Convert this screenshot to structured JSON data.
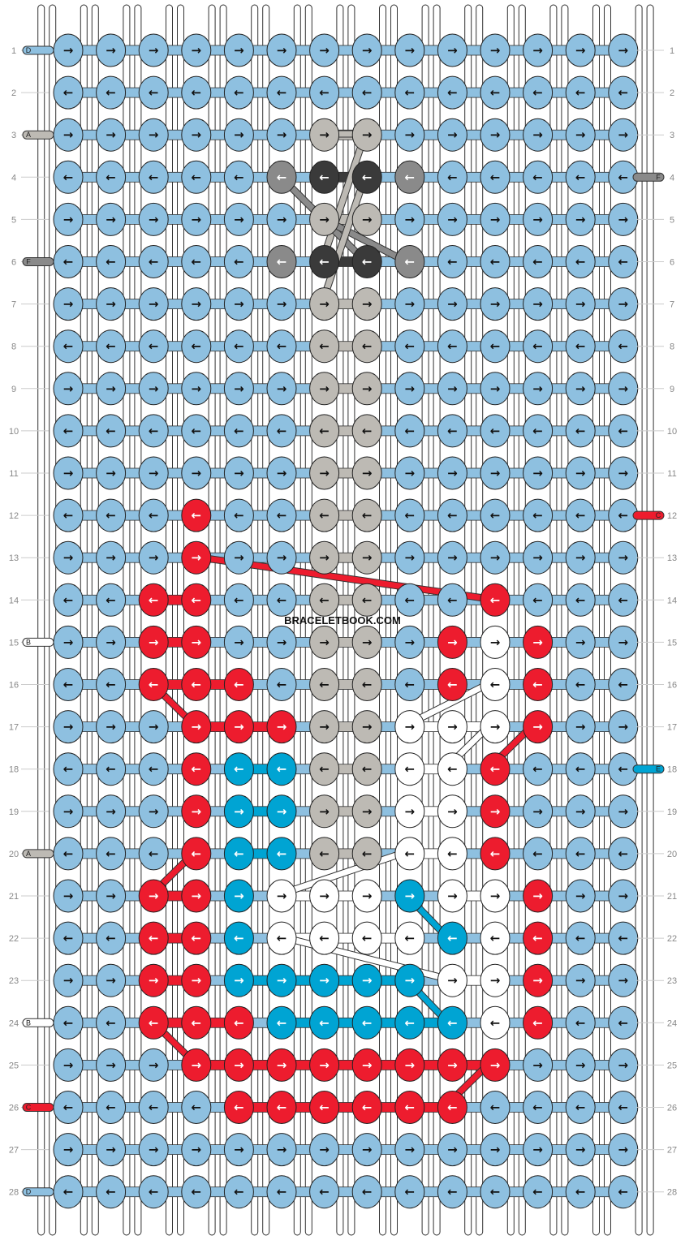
{
  "watermark": "BRACELETBOOK.COM",
  "colors": {
    "A": "#bdbab4",
    "B": "#ffffff",
    "C": "#ed1c2e",
    "D": "#8ec0e0",
    "E": "#00a4d3",
    "F": "#8a8a8a",
    "G": "#3a3a3a"
  },
  "row_labels": [
    "1",
    "2",
    "3",
    "4",
    "5",
    "6",
    "7",
    "8",
    "9",
    "10",
    "11",
    "12",
    "13",
    "14",
    "15",
    "16",
    "17",
    "18",
    "19",
    "20",
    "21",
    "22",
    "23",
    "24",
    "25",
    "26",
    "27",
    "28"
  ],
  "left_threads": [
    {
      "row": 1,
      "letter": "D"
    },
    {
      "row": 3,
      "letter": "A"
    },
    {
      "row": 6,
      "letter": "F"
    },
    {
      "row": 15,
      "letter": "B"
    },
    {
      "row": 20,
      "letter": "A"
    },
    {
      "row": 24,
      "letter": "B"
    },
    {
      "row": 26,
      "letter": "C"
    },
    {
      "row": 28,
      "letter": "D"
    }
  ],
  "right_threads": [
    {
      "row": 4,
      "letter": "F"
    },
    {
      "row": 12,
      "letter": "C"
    },
    {
      "row": 18,
      "letter": "E"
    }
  ],
  "knot_grid": [
    "DDDDDDDDDDDDDD",
    "DDDDDDDDDDDDDD",
    "DDDDDDAADDDDDD",
    "DDDDDFGGFDDDDD",
    "DDDDDDAADDDDDD",
    "DDDDDFGGFDDDDD",
    "DDDDDDAADDDDDD",
    "DDDDDDAADDDDDD",
    "DDDDDDAADDDDDD",
    "DDDDDDAADDDDDD",
    "DDDDDDAADDDDDD",
    "DDDCDDAADDDDDD",
    "DDDCDDAADDDDDD",
    "DDCCDDAADDCDDD",
    "DDCCDDAADCBCDD",
    "DDCCCDAADCBCDD",
    "DDDCCCAABBBCDD",
    "DDDCEEAABBCDDD",
    "DDDCEEAABBCDDD",
    "DDDCEEAABBCDDD",
    "DDCCEBBBEBBCDD",
    "DDCCEBBBBEBCDD",
    "DDCCEEEEEBBCDD",
    "DDCCCEEEEEBCDD",
    "DDDCCCCCCCCDDD",
    "DDDDCCCCCCDDDD",
    "DDDDDDDDDDDDDD",
    "DDDDDDDDDDDDDD"
  ],
  "knot_directions": {
    "odd_rows": "→",
    "even_rows": "←"
  }
}
